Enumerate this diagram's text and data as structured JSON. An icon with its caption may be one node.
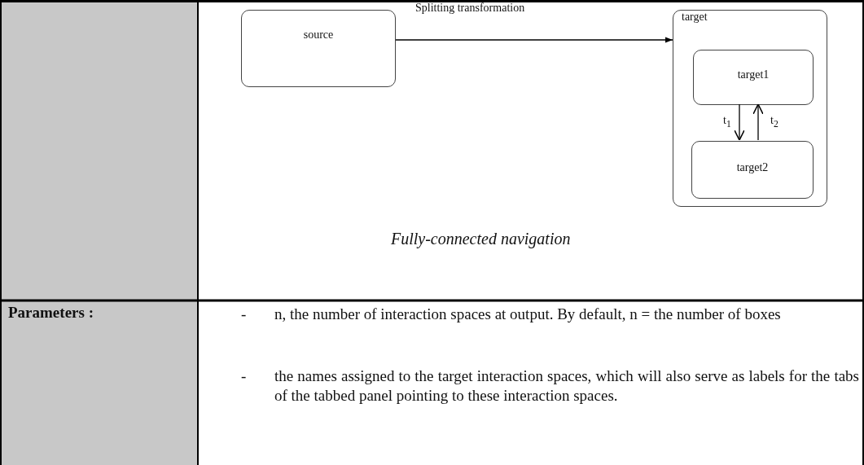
{
  "diagram": {
    "caption": "Fully-connected navigation",
    "nodes": [
      {
        "text": [
          "source"
        ]
      },
      {
        "text": [
          "target"
        ]
      },
      {
        "text": [
          "target1"
        ],
        "in": 1
      },
      {
        "text": [
          "target2"
        ],
        "in": 1
      }
    ],
    "edges": [
      {
        "from": 0,
        "to": 1,
        "arrow": "to",
        "label": "Splitting transformation"
      },
      {
        "from": 2,
        "to": 3,
        "arrow": "to",
        "label": "t$_{1}$"
      },
      {
        "from": 3,
        "to": 2,
        "arrow": "to",
        "label": "t$_{2}$"
      }
    ],
    "labels": [
      "Parameters :",
      "-",
      "n, the number of interaction spaces at output. By default, n = the number of boxes",
      "-",
      "the names assigned to the target interaction spaces, which will also serve as labels for the tabs of the tabbed panel pointing to these interaction spaces."
    ]
  }
}
